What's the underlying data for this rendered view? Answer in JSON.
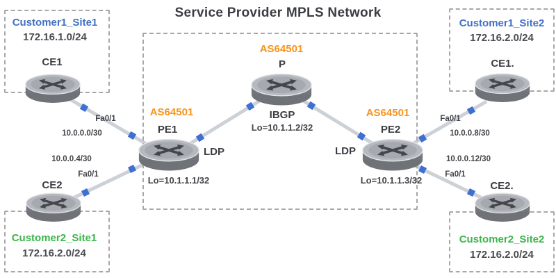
{
  "title": "Service Provider MPLS Network",
  "colors": {
    "title_text": "#3b3d42",
    "provider_as": "#f7941d",
    "customer1": "#4170c4",
    "customer2": "#3bb54a",
    "dashed_border": "#a8a8a8",
    "link_line": "#ccd1d8",
    "connector_square": "#3f6fd1",
    "router_body": "#73767b",
    "router_top": "#b6bac0"
  },
  "sites": {
    "c1s1": {
      "name": "Customer1_Site1",
      "subnet": "172.16.1.0/24",
      "router": "CE1"
    },
    "c2s1": {
      "name": "Customer2_Site1",
      "subnet": "172.16.2.0/24",
      "router": "CE2"
    },
    "c1s2": {
      "name": "Customer1_Site2",
      "subnet": "172.16.2.0/24",
      "router": "CE1."
    },
    "c2s2": {
      "name": "Customer2_Site2",
      "subnet": "172.16.2.0/24",
      "router": "CE2."
    }
  },
  "core": {
    "as_label": "AS64501",
    "pe1": {
      "label": "PE1",
      "loopback": "Lo=10.1.1.1/32"
    },
    "p": {
      "label": "P",
      "protocol": "IBGP",
      "loopback": "Lo=10.1.1.2/32"
    },
    "pe2": {
      "label": "PE2",
      "loopback": "Lo=10.1.1.3/32"
    }
  },
  "links": {
    "ldp": "LDP",
    "ce1_pe1": {
      "interface": "Fa0/1",
      "subnet": "10.0.0.0/30"
    },
    "ce2_pe1": {
      "subnet": "10.0.0.4/30",
      "interface": "Fa0/1"
    },
    "pe2_ce1": {
      "interface": "Fa0/1",
      "subnet": "10.0.0.8/30"
    },
    "pe2_ce2": {
      "subnet": "10.0.0.12/30",
      "interface": "Fa0/1"
    }
  }
}
